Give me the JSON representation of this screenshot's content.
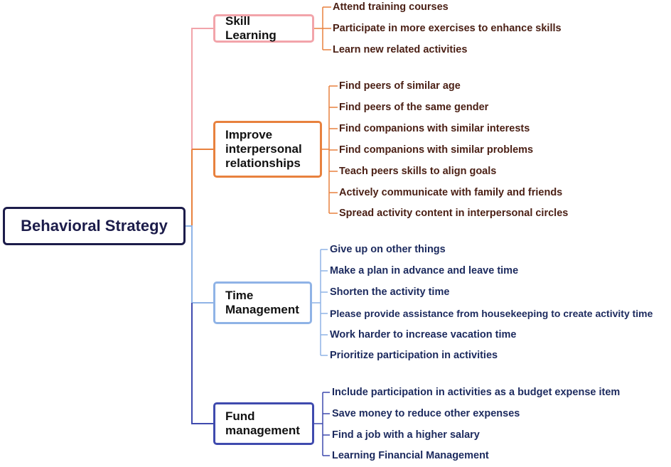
{
  "root": {
    "label": "Behavioral Strategy"
  },
  "branches": [
    {
      "label": "Skill Learning",
      "color": "#f2a4aa",
      "items": [
        "Attend training courses",
        "Participate in more exercises to enhance skills",
        "Learn new related activities"
      ]
    },
    {
      "label": "Improve interpersonal relationships",
      "color": "#e8813e",
      "items": [
        "Find peers of similar age",
        "Find peers of the same gender",
        "Find companions with similar interests",
        "Find companions with similar problems",
        "Teach peers skills to align goals",
        "Actively communicate with family and friends",
        "Spread activity content in interpersonal circles"
      ]
    },
    {
      "label": "Time Management",
      "color": "#8fb3e6",
      "items": [
        "Give up on other things",
        "Make a plan in advance and leave time",
        "Shorten the activity time",
        "Please provide assistance from housekeeping to create activity time",
        "Work harder to increase vacation time",
        "Prioritize participation in activities"
      ]
    },
    {
      "label": "Fund management",
      "color": "#3f4aae",
      "items": [
        "Include participation in activities as a budget expense item",
        "Save money to reduce other expenses",
        "Find a job with a higher salary",
        "Learning Financial Management"
      ]
    }
  ],
  "colors": {
    "root_border": "#1c1c4a",
    "warm_text": "#4a1f14",
    "cool_text": "#1c2a5e"
  }
}
